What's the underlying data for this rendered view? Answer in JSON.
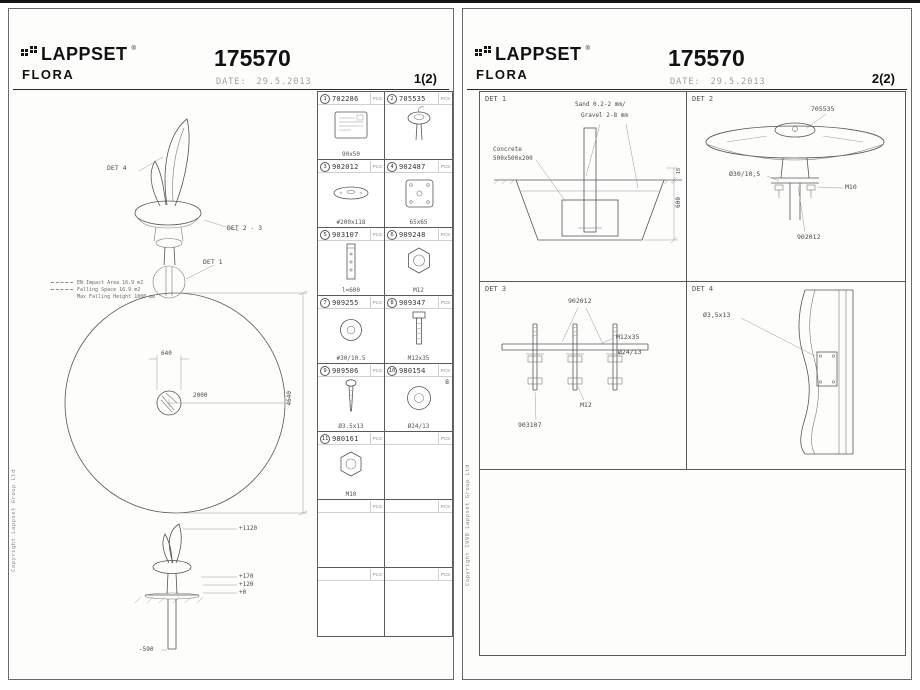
{
  "meta": {
    "brand": "LAPPSET",
    "registered_mark": "®",
    "product_name": "FLORA",
    "product_code": "175570",
    "date_label": "DATE:",
    "date_value": "29.5.2013"
  },
  "page1": {
    "page_number": "1(2)",
    "copyright": "Copyright Lappset Group Ltd",
    "pcs_label": "PCS",
    "drawing": {
      "label_det4": "DET 4",
      "label_det23": "DET 2 - 3",
      "label_det1": "DET 1",
      "legend": [
        "EN Impact Area 16.9 m2",
        "Falling Space 16.9 m2",
        "Max Falling Height 1000 mm"
      ],
      "dim_inner": "640",
      "dim_radius": "2000",
      "dim_overall": "4640",
      "elev_top": "+1120",
      "elev_flange": "+170",
      "elev_plate": "+120",
      "elev_ground": "+0",
      "elev_depth": "-590"
    },
    "parts": [
      {
        "num": "1",
        "code": "702286",
        "spec": "90x50",
        "qty": ""
      },
      {
        "num": "2",
        "code": "705535",
        "spec": "",
        "qty": ""
      },
      {
        "num": "3",
        "code": "902012",
        "spec": "#200x118",
        "qty": ""
      },
      {
        "num": "4",
        "code": "902487",
        "spec": "65x65",
        "qty": ""
      },
      {
        "num": "5",
        "code": "903107",
        "spec": "l=600",
        "qty": ""
      },
      {
        "num": "6",
        "code": "909248",
        "spec": "M12",
        "qty": ""
      },
      {
        "num": "7",
        "code": "909255",
        "spec": "#30/10.5",
        "qty": ""
      },
      {
        "num": "8",
        "code": "909347",
        "spec": "M12x35",
        "qty": ""
      },
      {
        "num": "9",
        "code": "909506",
        "spec": "Ø3.5x13",
        "qty": ""
      },
      {
        "num": "10",
        "code": "980154",
        "spec": "Ø24/13",
        "qty": "8"
      },
      {
        "num": "11",
        "code": "980161",
        "spec": "M10",
        "qty": ""
      }
    ]
  },
  "page2": {
    "page_number": "2(2)",
    "copyright": "Copyright 1998 Lappset Group Ltd",
    "det1": {
      "title": "DET 1",
      "sand_label": "Sand 0.2-2 mm/",
      "gravel_label": "Gravel 2-8 mm",
      "concrete_label_1": "Concrete",
      "concrete_label_2": "500x500x200",
      "dim_depth": "600",
      "dim_layer": "15"
    },
    "det2": {
      "title": "DET 2",
      "part_top": "705535",
      "hole_dim": "Ø30/10,5",
      "bolt": "M10",
      "part_plate": "902012"
    },
    "det3": {
      "title": "DET 3",
      "part_plate": "902012",
      "bolt": "M12x35",
      "washer": "Ø24/13",
      "nut": "M12",
      "part_post": "903107"
    },
    "det4": {
      "title": "DET 4",
      "screw": "Ø3,5x13"
    }
  }
}
